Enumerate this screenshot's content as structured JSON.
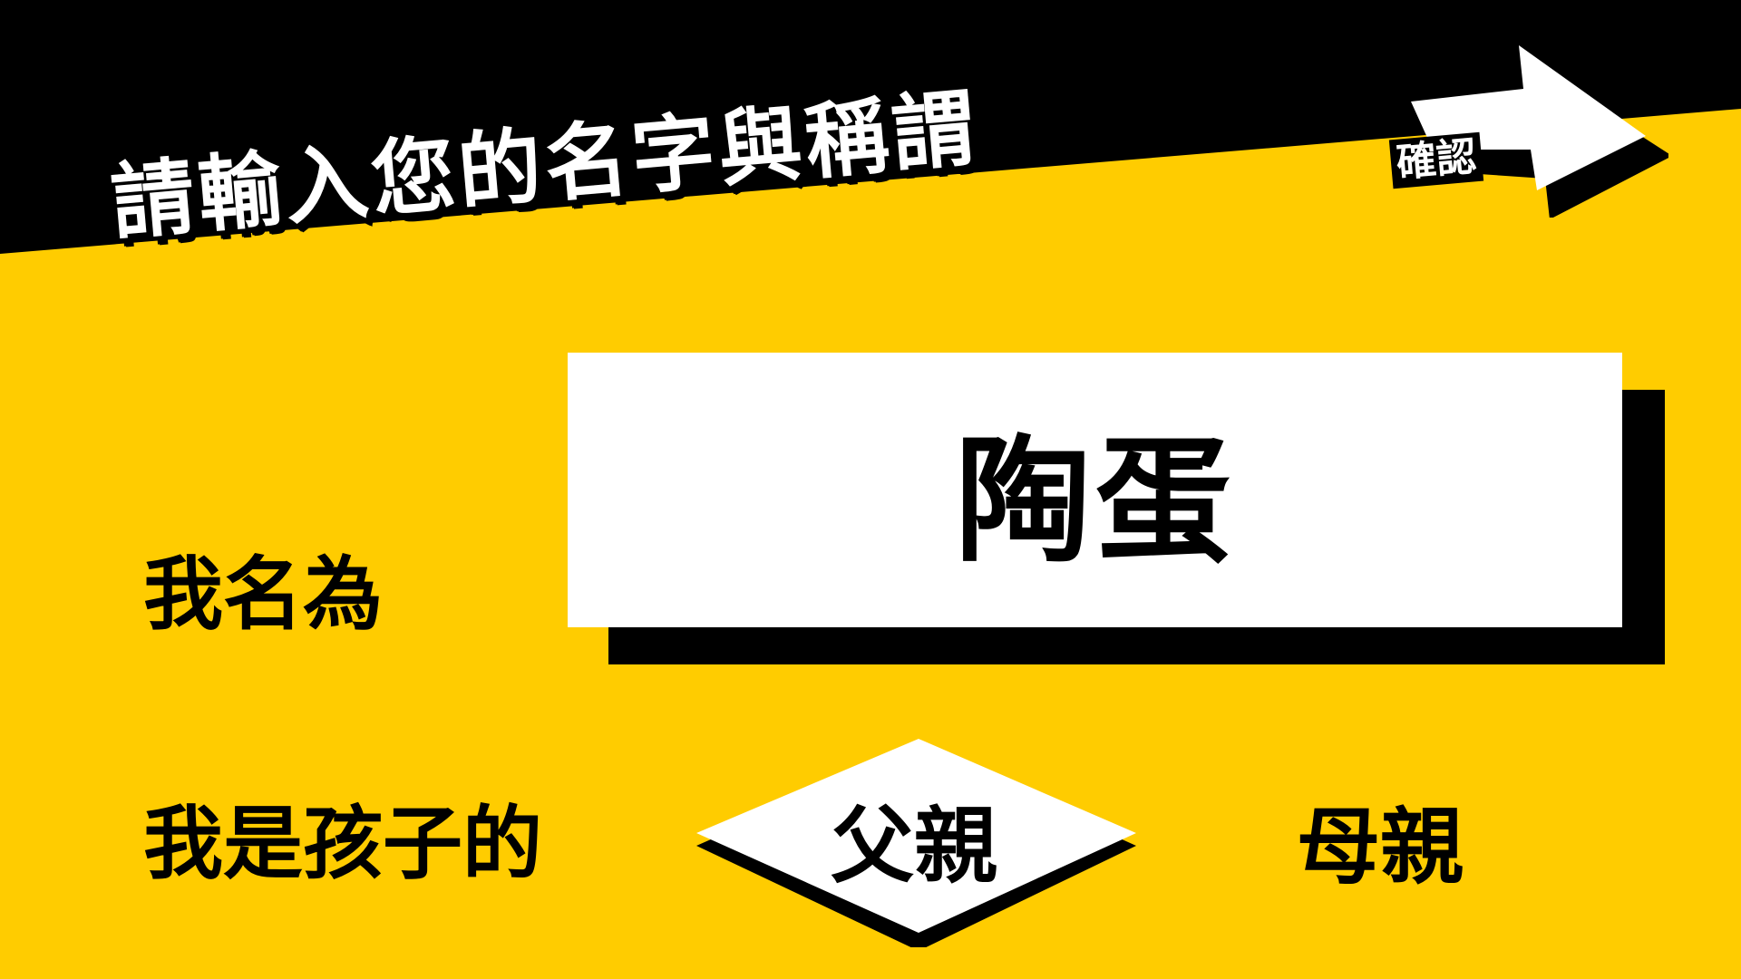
{
  "header": {
    "title": "請輸入您的名字與稱謂",
    "confirm_button_label": "確認"
  },
  "form": {
    "name_label": "我名為",
    "name_value": "陶蛋",
    "role_label": "我是孩子的",
    "role_options": [
      {
        "label": "父親",
        "selected": true
      },
      {
        "label": "母親",
        "selected": false
      }
    ]
  },
  "colors": {
    "background": "#FFCC00",
    "band": "#000000",
    "box": "#FFFFFF",
    "text": "#000000"
  }
}
